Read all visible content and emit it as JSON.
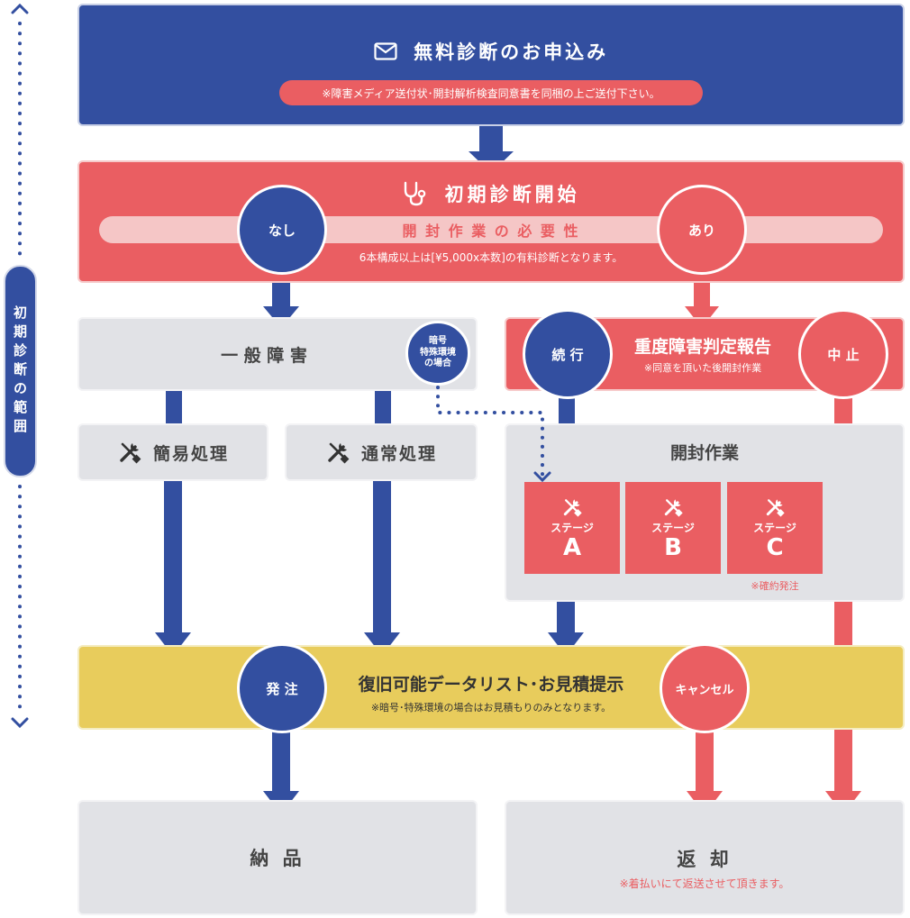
{
  "sidebar": {
    "label": "初期診断の範囲"
  },
  "apply": {
    "title": "無料診断のお申込み",
    "note": "※障害メディア送付状･開封解析検査同意書を同梱の上ご送付下さい。",
    "icon": "envelope-icon"
  },
  "initial": {
    "title": "初期診断開始",
    "band": "開 封 作 業 の 必 要 性",
    "note": "6本構成以上は[¥5,000x本数]の有料診断となります。",
    "icon": "stethoscope-icon"
  },
  "badges": {
    "none": "なし",
    "yes": "あり",
    "continue": "続 行",
    "stop": "中 止",
    "order": "発 注",
    "cancel": "キャンセル"
  },
  "general": {
    "title": "一 般 障 害",
    "encrypted": [
      "暗号",
      "特殊環境",
      "の場合"
    ]
  },
  "simple": {
    "label": "簡易処理",
    "icon": "wrench-screwdriver-icon"
  },
  "normal": {
    "label": "通常処理",
    "icon": "wrench-screwdriver-icon"
  },
  "severe": {
    "title": "重度障害判定報告",
    "note": "※同意を頂いた後開封作業"
  },
  "opening": {
    "title": "開封作業",
    "stages": [
      {
        "label": "ステージ",
        "letter": "A"
      },
      {
        "label": "ステージ",
        "letter": "B"
      },
      {
        "label": "ステージ",
        "letter": "C"
      }
    ],
    "note": "※確約発注"
  },
  "result": {
    "title": "復旧可能データリスト･お見積提示",
    "note": "※暗号･特殊環境の場合はお見積もりのみとなります。"
  },
  "delivery": {
    "title": "納 品"
  },
  "return": {
    "title": "返 却",
    "note": "※着払いにて返送させて頂きます。"
  },
  "colors": {
    "navy": "#334fa0",
    "red": "#ea5e62",
    "yellow": "#e8cc5c",
    "gray": "#e1e2e6",
    "pink": "#f5c6c6"
  }
}
